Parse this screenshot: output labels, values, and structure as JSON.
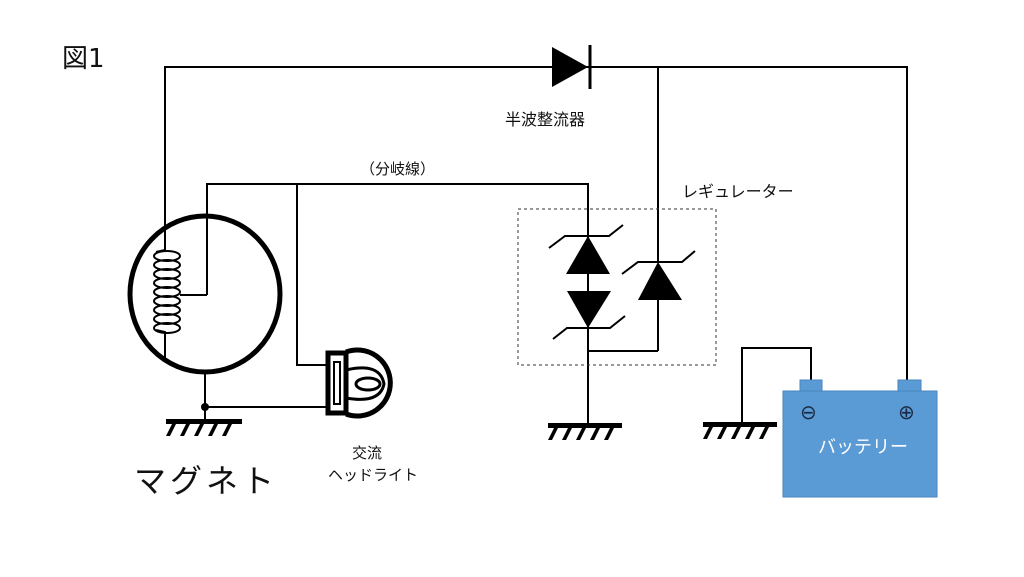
{
  "figure_title": "図1",
  "labels": {
    "rectifier": "半波整流器",
    "branch_wire": "（分岐線）",
    "regulator": "レギュレーター",
    "magneto": "マグネト",
    "headlight_line1": "交流",
    "headlight_line2": "ヘッドライト",
    "battery": "バッテリー",
    "battery_negative": "⊖",
    "battery_positive": "⊕"
  },
  "colors": {
    "battery_fill": "#5b9bd5",
    "wire": "#000000"
  }
}
